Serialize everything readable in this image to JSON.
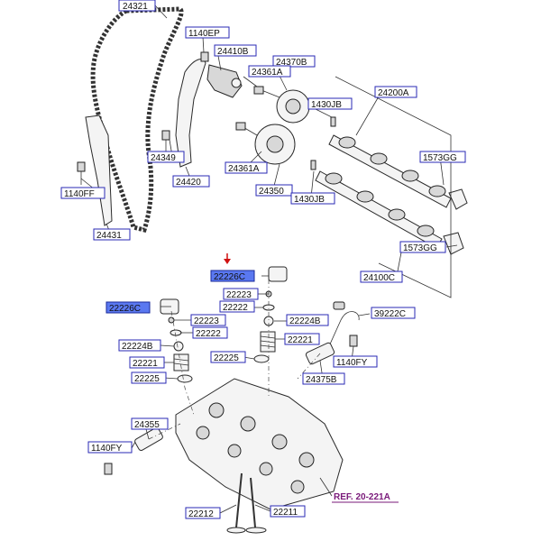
{
  "labels": {
    "p24321": "24321",
    "p1140EP": "1140EP",
    "p24410B": "24410B",
    "p24370B": "24370B",
    "p24361A_top": "24361A",
    "p24200A": "24200A",
    "p1430JB_top": "1430JB",
    "p24349": "24349",
    "p24361A_mid": "24361A",
    "p1573GG_top": "1573GG",
    "p24420": "24420",
    "p1140FF": "1140FF",
    "p24350": "24350",
    "p1430JB_mid": "1430JB",
    "p24431": "24431",
    "p1573GG_bot": "1573GG",
    "p22226C_top": "22226C",
    "p24100C": "24100C",
    "p22223_top": "22223",
    "p22226C_left": "22226C",
    "p22222_top": "22222",
    "p39222C": "39222C",
    "p22223_left": "22223",
    "p22224B_right": "22224B",
    "p22222_left": "22222",
    "p22221_right": "22221",
    "p22224B_left": "22224B",
    "p22225_mid": "22225",
    "p1140FY_right": "1140FY",
    "p22221_left": "22221",
    "p22225_left": "22225",
    "p24375B": "24375B",
    "p24355": "24355",
    "p1140FY_left": "1140FY",
    "ref": "REF. 20-221A",
    "p22212": "22212",
    "p22211": "22211"
  },
  "colors": {
    "label_border": "#2a2ab4",
    "highlight_fill": "#5a78f0",
    "arrow": "#d01010",
    "ref": "#7a1a7a"
  }
}
